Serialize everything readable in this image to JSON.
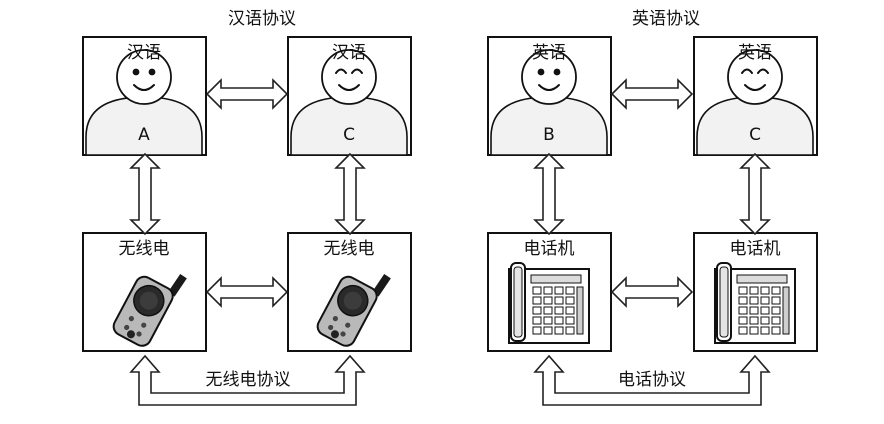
{
  "left": {
    "title": "汉语协议",
    "person_a": {
      "language": "汉语",
      "letter": "A"
    },
    "person_c": {
      "language": "汉语",
      "letter": "C"
    },
    "device_a": "无线电",
    "device_c": "无线电",
    "protocol_label": "无线电协议"
  },
  "right": {
    "title": "英语协议",
    "person_b": {
      "language": "英语",
      "letter": "B"
    },
    "person_c": {
      "language": "英语",
      "letter": "C"
    },
    "device_b": "电话机",
    "device_c": "电话机",
    "protocol_label": "电话协议"
  },
  "icons": {
    "person": "smiley-person-icon",
    "radio": "walkie-talkie-icon",
    "phone": "desk-telephone-icon",
    "arrow": "double-arrow-icon"
  }
}
